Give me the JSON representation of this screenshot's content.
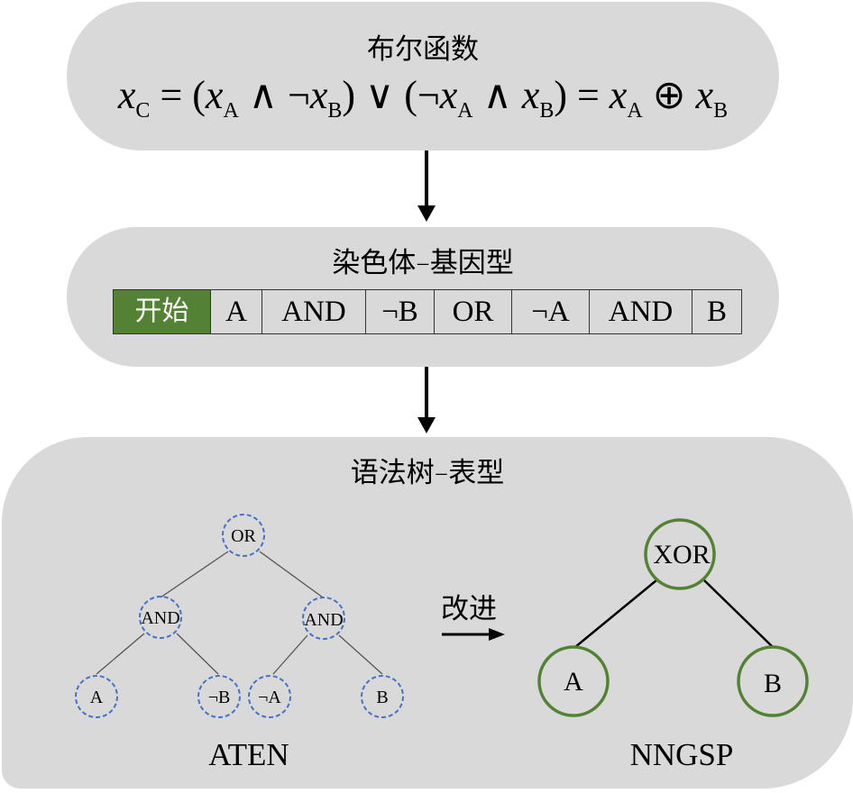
{
  "boolean_function": {
    "title": "布尔函数",
    "formula_parts": {
      "xc": "x",
      "xc_sub": "C",
      "eq1": " = (",
      "xa1": "x",
      "xa1_sub": "A",
      "and1": " ∧ ¬",
      "xb1": "x",
      "xb1_sub": "B",
      "or": ") ∨ (¬",
      "xa2": "x",
      "xa2_sub": "A",
      "and2": " ∧ ",
      "xb2": "x",
      "xb2_sub": "B",
      "eq2": ") = ",
      "xa3": "x",
      "xa3_sub": "A",
      "xor": " ⊕ ",
      "xb3": "x",
      "xb3_sub": "B"
    }
  },
  "chromosome": {
    "title": "染色体–基因型",
    "genes": [
      "开始",
      "A",
      "AND",
      "¬B",
      "OR",
      "¬A",
      "AND",
      "B"
    ]
  },
  "syntax_tree": {
    "title": "语法树–表型",
    "improve_label": "改进",
    "aten": {
      "label": "ATEN",
      "nodes": [
        "OR",
        "AND",
        "AND",
        "A",
        "¬B",
        "¬A",
        "B"
      ]
    },
    "nngsp": {
      "label": "NNGSP",
      "nodes": [
        "XOR",
        "A",
        "B"
      ]
    }
  },
  "colors": {
    "panel": "#d9d9d9",
    "start_gene": "#548235",
    "aten_node_stroke": "#4472c4",
    "nngsp_node_stroke": "#548235"
  }
}
